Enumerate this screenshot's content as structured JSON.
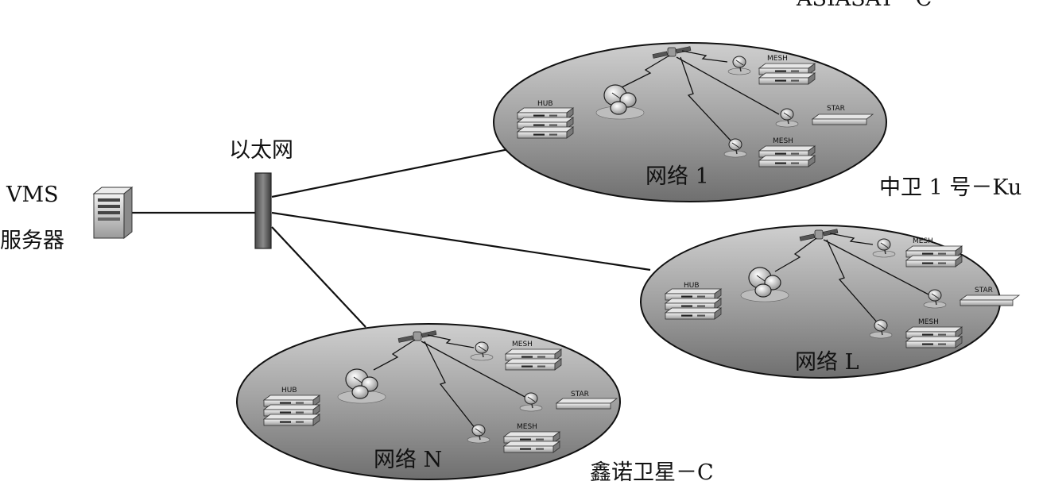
{
  "server": {
    "line1": "VMS",
    "line2": "服务器"
  },
  "switch_label": "以太网",
  "satellites": {
    "net1": "ASIASAT－C",
    "netL": "中卫 1 号－Ku",
    "netN": "鑫诺卫星－C"
  },
  "networks": [
    {
      "id": "net1",
      "name": "网络 1"
    },
    {
      "id": "netL",
      "name": "网络 L"
    },
    {
      "id": "netN",
      "name": "网络 N"
    }
  ],
  "device_labels": {
    "hub": "HUB",
    "mesh": "MESH",
    "star": "STAR"
  }
}
